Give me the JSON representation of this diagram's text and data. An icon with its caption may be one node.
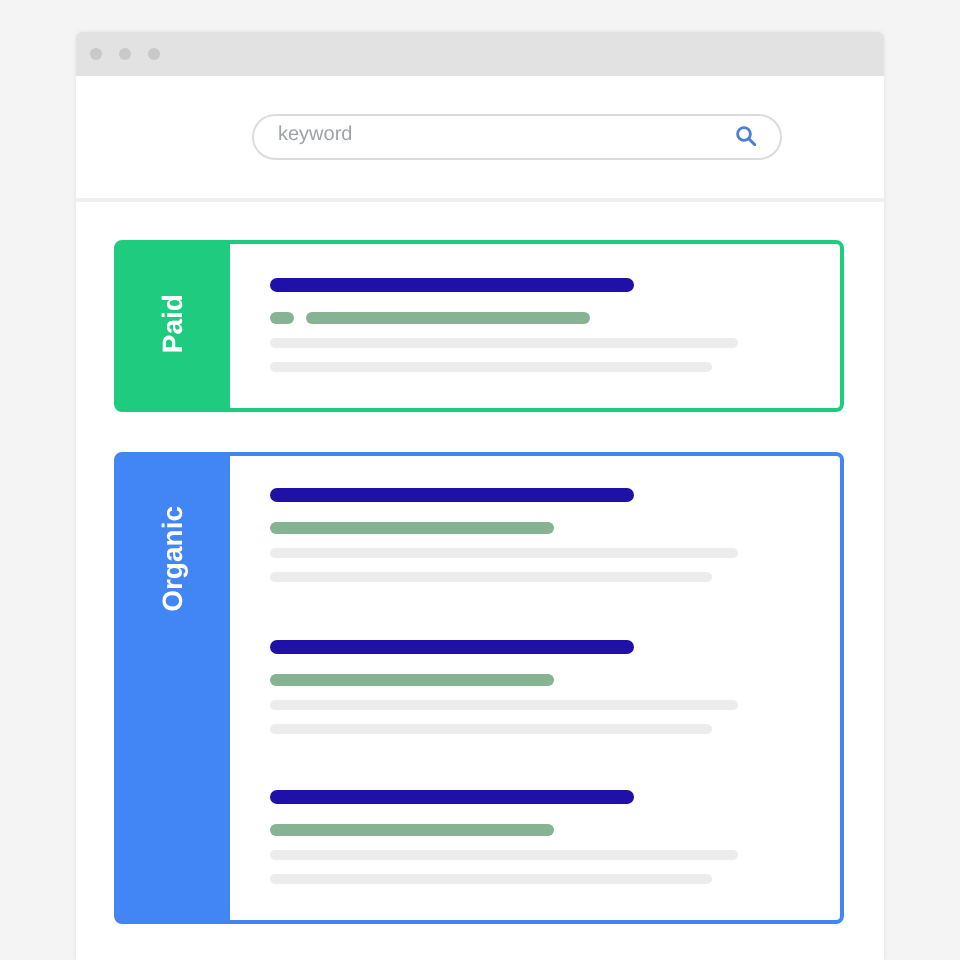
{
  "diagram": {
    "nodes": [
      {
        "text": [
          "Paid"
        ]
      },
      {
        "text": [
          "Organic"
        ]
      }
    ],
    "labels": [
      "keyword"
    ]
  }
}
